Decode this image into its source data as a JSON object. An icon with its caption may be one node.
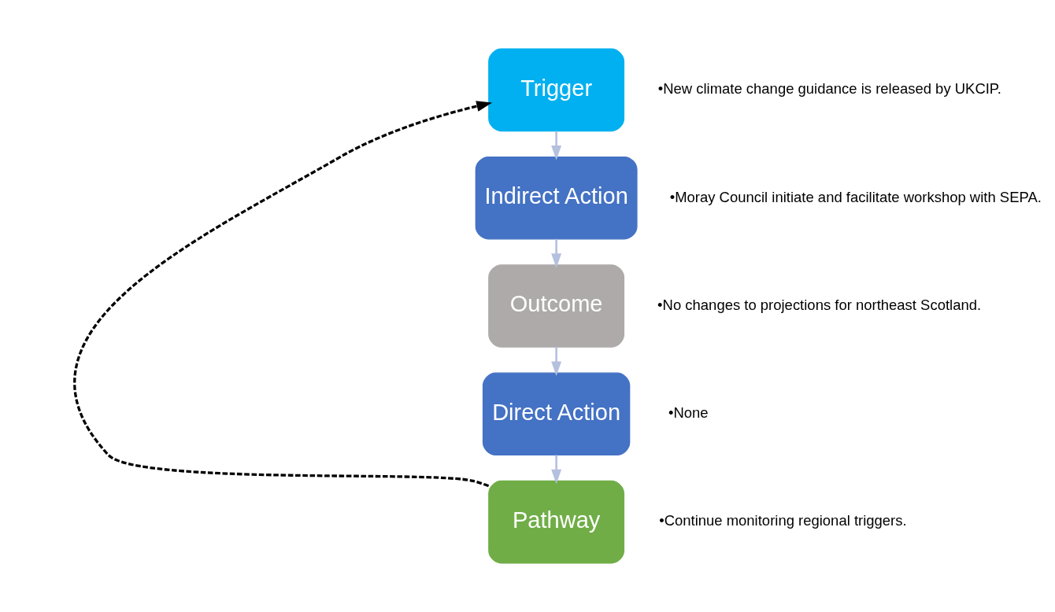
{
  "diagram": {
    "nodes": [
      {
        "text": [
          "Trigger"
        ],
        "beside": [
          "•New climate change guidance is released by UKCIP."
        ]
      },
      {
        "text": [
          "Indirect Action"
        ],
        "beside": [
          "•Moray Council initiate and facilitate workshop with SEPA."
        ]
      },
      {
        "text": [
          "Outcome"
        ],
        "beside": [
          "•No changes to projections for northeast Scotland."
        ]
      },
      {
        "text": [
          "Direct Action"
        ],
        "beside": [
          "•None"
        ]
      },
      {
        "text": [
          "Pathway"
        ],
        "beside": [
          "•Continue monitoring regional triggers."
        ]
      }
    ],
    "edges": [
      {
        "from": 0,
        "to": 1,
        "arrow": "to"
      },
      {
        "from": 1,
        "to": 2,
        "arrow": "to"
      },
      {
        "from": 2,
        "to": 3,
        "arrow": "to"
      },
      {
        "from": 3,
        "to": 4,
        "arrow": "to"
      },
      {
        "from": 4,
        "to": 0,
        "arrow": "to",
        "style": "dashed",
        "color": "#000000"
      }
    ]
  }
}
